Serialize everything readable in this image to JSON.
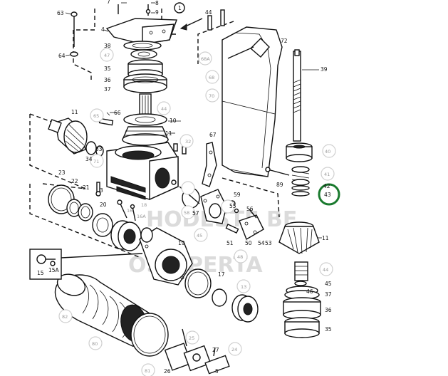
{
  "watermark": {
    "line1": "HODESTE BE",
    "line2": "OS OPERTA"
  },
  "highlight_color": "#1a7a2e",
  "labels": {
    "p63": "63",
    "p7": "7",
    "p8": "8",
    "p9": "9",
    "p1": "1",
    "p4": "4",
    "p44top": "44",
    "p38": "38",
    "p64": "64",
    "p47": "47",
    "p35": "35",
    "p36": "36",
    "p37": "37",
    "p44mid": "44",
    "p10": "10",
    "p11a": "11",
    "p72": "72",
    "p39": "39",
    "p68A": "68A",
    "p68": "68",
    "p70": "70",
    "p65": "65",
    "p66": "66",
    "p11b": "11",
    "p67": "67",
    "p40": "40",
    "p41": "41",
    "p42": "42",
    "p43": "43",
    "p89": "89",
    "p33": "33",
    "p34": "34",
    "p23": "23",
    "p22": "22",
    "p21": "21",
    "p20": "20",
    "p71": "71",
    "p3": "3",
    "p32": "32",
    "p58": "58",
    "p57": "57",
    "p59": "59",
    "p55": "55",
    "p56": "56",
    "p16": "16",
    "p16A": "16A",
    "p18": "18",
    "p19": "19",
    "p45": "45",
    "p51": "51",
    "p50": "50",
    "p54": "54",
    "p53": "53",
    "p48": "48",
    "p11c": "11",
    "p44c": "44",
    "p45b": "45",
    "p46": "46",
    "p37b": "37",
    "p36b": "36",
    "p35b": "35",
    "p15": "15",
    "p15A": "15A",
    "p17": "17",
    "p13": "13",
    "p82": "82",
    "p80": "80",
    "p25": "25",
    "p24": "24",
    "p27": "27",
    "p81": "81",
    "p26": "26",
    "p5": "5"
  }
}
